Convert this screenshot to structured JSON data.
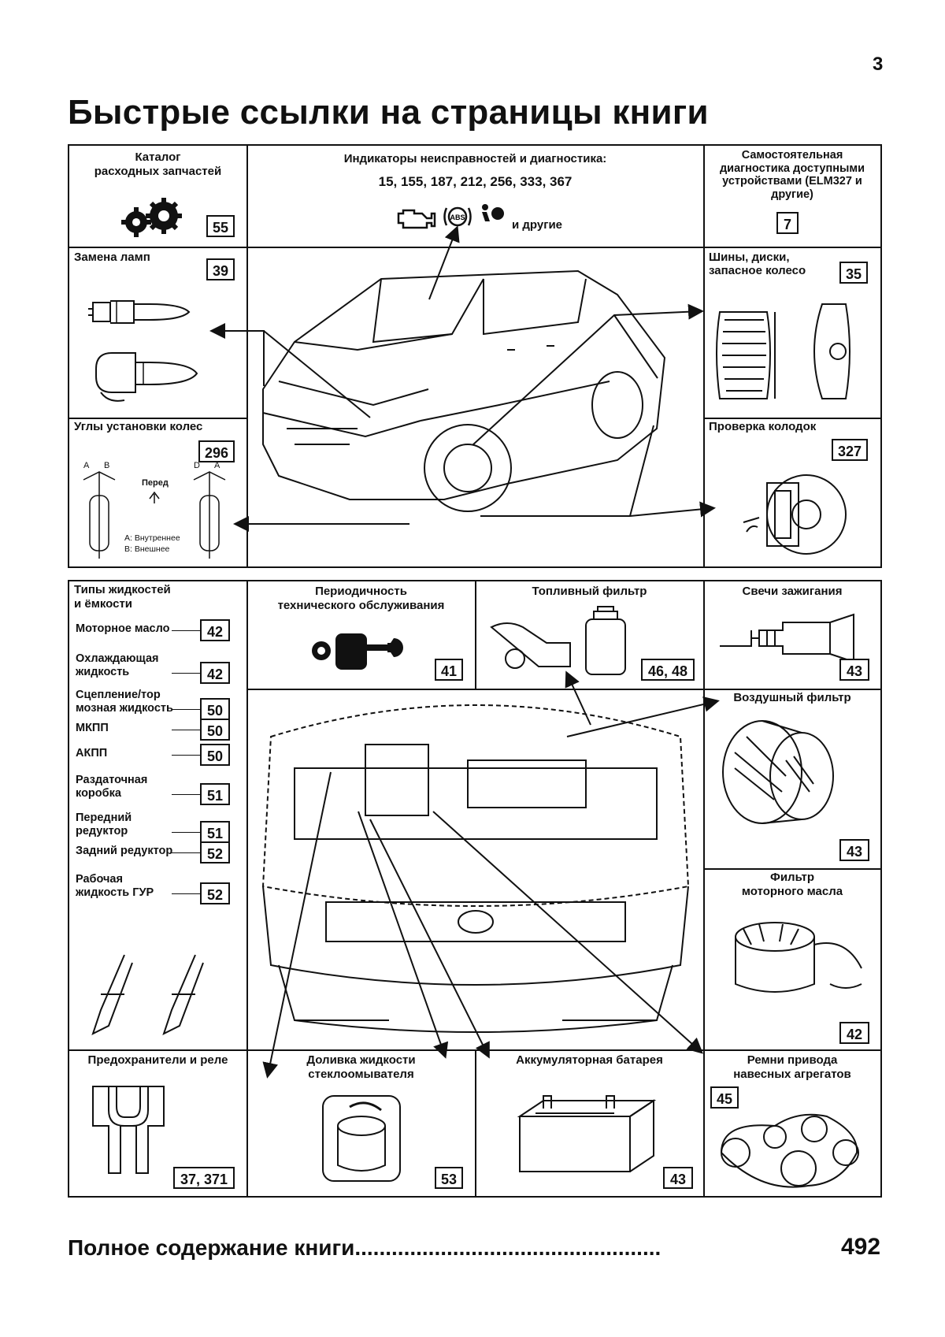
{
  "page_number": "3",
  "title": "Быстрые ссылки на страницы книги",
  "top_section": {
    "catalog": {
      "title": "Каталог\nрасходных запчастей",
      "page": "55",
      "icon": "gears-icon"
    },
    "indicators": {
      "title": "Индикаторы неисправностей и диагностика:",
      "pages": "15, 155, 187, 212, 256, 333, 367",
      "others": "и другие",
      "icons": [
        "check-engine-icon",
        "abs-icon",
        "airbag-icon"
      ]
    },
    "self_diag": {
      "title": "Самостоятельная диагностика доступными устройствами (ELM327 и другие)",
      "page": "7"
    },
    "lamps": {
      "title": "Замена ламп",
      "page": "39"
    },
    "tires": {
      "title": "Шины, диски, запасное колесо",
      "page": "35"
    },
    "alignment": {
      "title": "Углы установки колес",
      "page": "296",
      "front_label": "Перед",
      "legend_a": "A: Внутреннее",
      "legend_b": "B: Внешнее",
      "mark_a": "A",
      "mark_b": "B",
      "mark_d": "D"
    },
    "brakes": {
      "title": "Проверка колодок",
      "page": "327"
    }
  },
  "bottom_section": {
    "fluids": {
      "title": "Типы жидкостей\nи ёмкости",
      "items": [
        {
          "label": "Моторное масло",
          "page": "42"
        },
        {
          "label": "Охлаждающая\nжидкость",
          "page": "42"
        },
        {
          "label": "Сцепление/тор\nмозная жидкость",
          "page": "50"
        },
        {
          "label": "МКПП",
          "page": "50"
        },
        {
          "label": "АКПП",
          "page": "50"
        },
        {
          "label": "Раздаточная\nкоробка",
          "page": "51"
        },
        {
          "label": "Передний\nредуктор",
          "page": "51"
        },
        {
          "label": "Задний редуктор",
          "page": "52"
        },
        {
          "label": "Рабочая\nжидкость ГУР",
          "page": "52"
        }
      ]
    },
    "maintenance": {
      "title": "Периодичность\nтехнического обслуживания",
      "page": "41"
    },
    "fuel_filter": {
      "title": "Топливный фильтр",
      "page": "46, 48"
    },
    "spark_plugs": {
      "title": "Свечи зажигания",
      "page": "43"
    },
    "air_filter": {
      "title": "Воздушный фильтр",
      "page": "43"
    },
    "oil_filter": {
      "title": "Фильтр\nмоторного масла",
      "page": "42"
    },
    "fuses": {
      "title": "Предохранители и реле",
      "page": "37, 371"
    },
    "washer": {
      "title": "Доливка жидкости\nстеклоомывателя",
      "page": "53"
    },
    "battery": {
      "title": "Аккумуляторная батарея",
      "page": "43"
    },
    "belts": {
      "title": "Ремни привода\nнавесных агрегатов",
      "page": "45"
    }
  },
  "footer": {
    "label": "Полное содержание книги",
    "dots": "..................................................",
    "page": "492"
  }
}
